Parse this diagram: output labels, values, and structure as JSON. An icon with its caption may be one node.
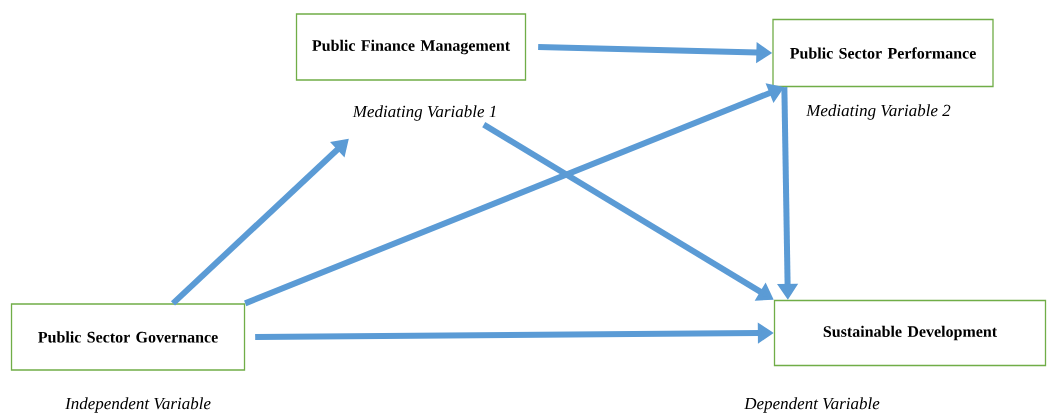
{
  "diagram": {
    "nodes": [
      {
        "text": [
          "Public Finance Management"
        ],
        "beside": [
          "Mediating Variable 1"
        ]
      },
      {
        "text": [
          "Public Sector Performance"
        ],
        "beside": [
          "Mediating Variable 2"
        ]
      },
      {
        "text": [
          "Public Sector Governance"
        ],
        "beside": [
          "Independent Variable"
        ]
      },
      {
        "text": [
          "Sustainable Development"
        ],
        "beside": [
          "Dependent Variable"
        ]
      }
    ],
    "edges": [
      {
        "from": 0,
        "to": 1,
        "arrow": "to"
      },
      {
        "from": 2,
        "to": 0,
        "arrow": "to"
      },
      {
        "from": 0,
        "to": 3,
        "arrow": "to"
      },
      {
        "from": 2,
        "to": 1,
        "arrow": "to"
      },
      {
        "from": 1,
        "to": 3,
        "arrow": "to"
      },
      {
        "from": 2,
        "to": 3,
        "arrow": "to"
      }
    ]
  }
}
